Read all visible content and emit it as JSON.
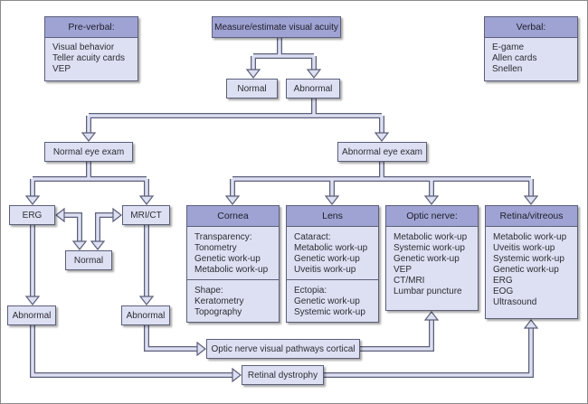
{
  "diagram": {
    "colors": {
      "box_fill": "#dde0f2",
      "header_fill": "#9fa3d3",
      "border": "#5c5f79",
      "arrow_fill": "#dde0f2"
    },
    "preverbal": {
      "title": "Pre-verbal:",
      "items": [
        "Visual behavior",
        "Teller acuity cards",
        "VEP"
      ]
    },
    "verbal": {
      "title": "Verbal:",
      "items": [
        "E-game",
        "Allen cards",
        "Snellen"
      ]
    },
    "top": "Measure/estimate visual acuity",
    "normal_top": "Normal",
    "abnormal_top": "Abnormal",
    "normal_eye_exam": "Normal eye exam",
    "abnormal_eye_exam": "Abnormal eye exam",
    "erg": "ERG",
    "mri_ct": "MRI/CT",
    "normal_mid": "Normal",
    "abnormal_left": "Abnormal",
    "abnormal_mid": "Abnormal",
    "optic_pathways": "Optic nerve visual pathways cortical",
    "retinal_dystrophy": "Retinal dystrophy",
    "cornea": {
      "title": "Cornea",
      "sections": [
        [
          "Transparency:",
          "Tonometry",
          "Genetic work-up",
          "Metabolic work-up"
        ],
        [
          "Shape:",
          "Keratometry",
          "Topography"
        ]
      ]
    },
    "lens": {
      "title": "Lens",
      "sections": [
        [
          "Cataract:",
          "Metabolic work-up",
          "Genetic work-up",
          "Uveitis work-up"
        ],
        [
          "Ectopia:",
          "Genetic work-up",
          "Systemic work-up"
        ]
      ]
    },
    "optic_nerve": {
      "title": "Optic nerve:",
      "items": [
        "Metabolic work-up",
        "Systemic work-up",
        "Genetic work-up",
        "VEP",
        "CT/MRI",
        "Lumbar puncture"
      ]
    },
    "retina": {
      "title": "Retina/vitreous",
      "items": [
        "Metabolic work-up",
        "Uveitis work-up",
        "Systemic work-up",
        "Genetic work-up",
        "ERG",
        "EOG",
        "Ultrasound"
      ]
    }
  }
}
